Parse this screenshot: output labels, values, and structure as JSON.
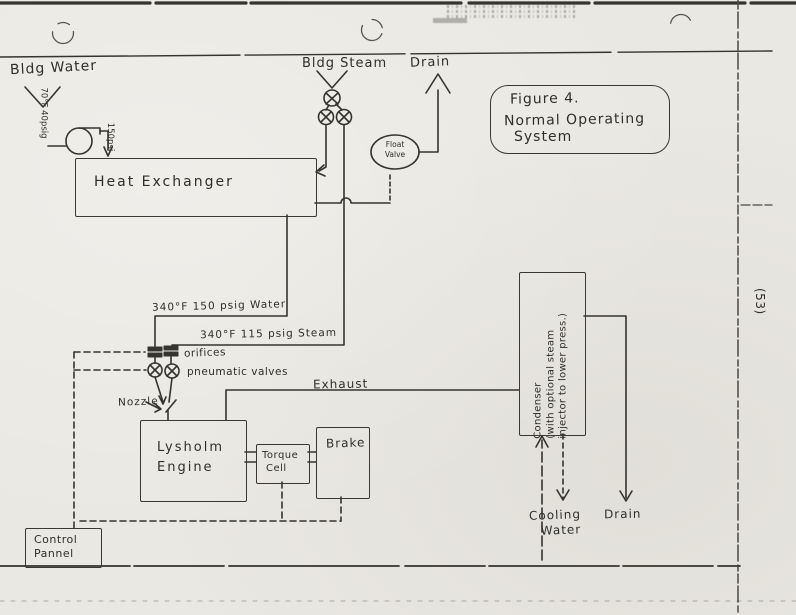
{
  "figure_label": {
    "line1": "Figure 4.",
    "line2": "Normal Operating",
    "line3": "System"
  },
  "page_number": "(53)",
  "labels": {
    "bldg_water": "Bldg Water",
    "bldg_steam": "Bldg Steam",
    "drain_top": "Drain",
    "drain_bottom": "Drain",
    "pump_inlet_conditions": "70°F 40psig",
    "pump_outlet_pressure": "150psi",
    "water_line": "340°F 150 psig Water",
    "steam_line": "340°F 115 psig Steam",
    "orifices": "orifices",
    "pneumatic_valves": "pneumatic valves",
    "nozzle": "Nozzle",
    "exhaust": "Exhaust",
    "cooling_water_line1": "Cooling",
    "cooling_water_line2": "Water",
    "float_valve_line1": "Float",
    "float_valve_line2": "Valve"
  },
  "boxes": {
    "heat_exchanger": "Heat Exchanger",
    "lysholm_engine_line1": "Lysholm",
    "lysholm_engine_line2": "Engine",
    "torque_cell_line1": "Torque",
    "torque_cell_line2": "Cell",
    "brake": "Brake",
    "condenser_line1": "Condenser",
    "condenser_line2": "(with optional steam",
    "condenser_line3": "injector to lower press.)",
    "control_panel_line1": "Control",
    "control_panel_line2": "Pannel"
  }
}
